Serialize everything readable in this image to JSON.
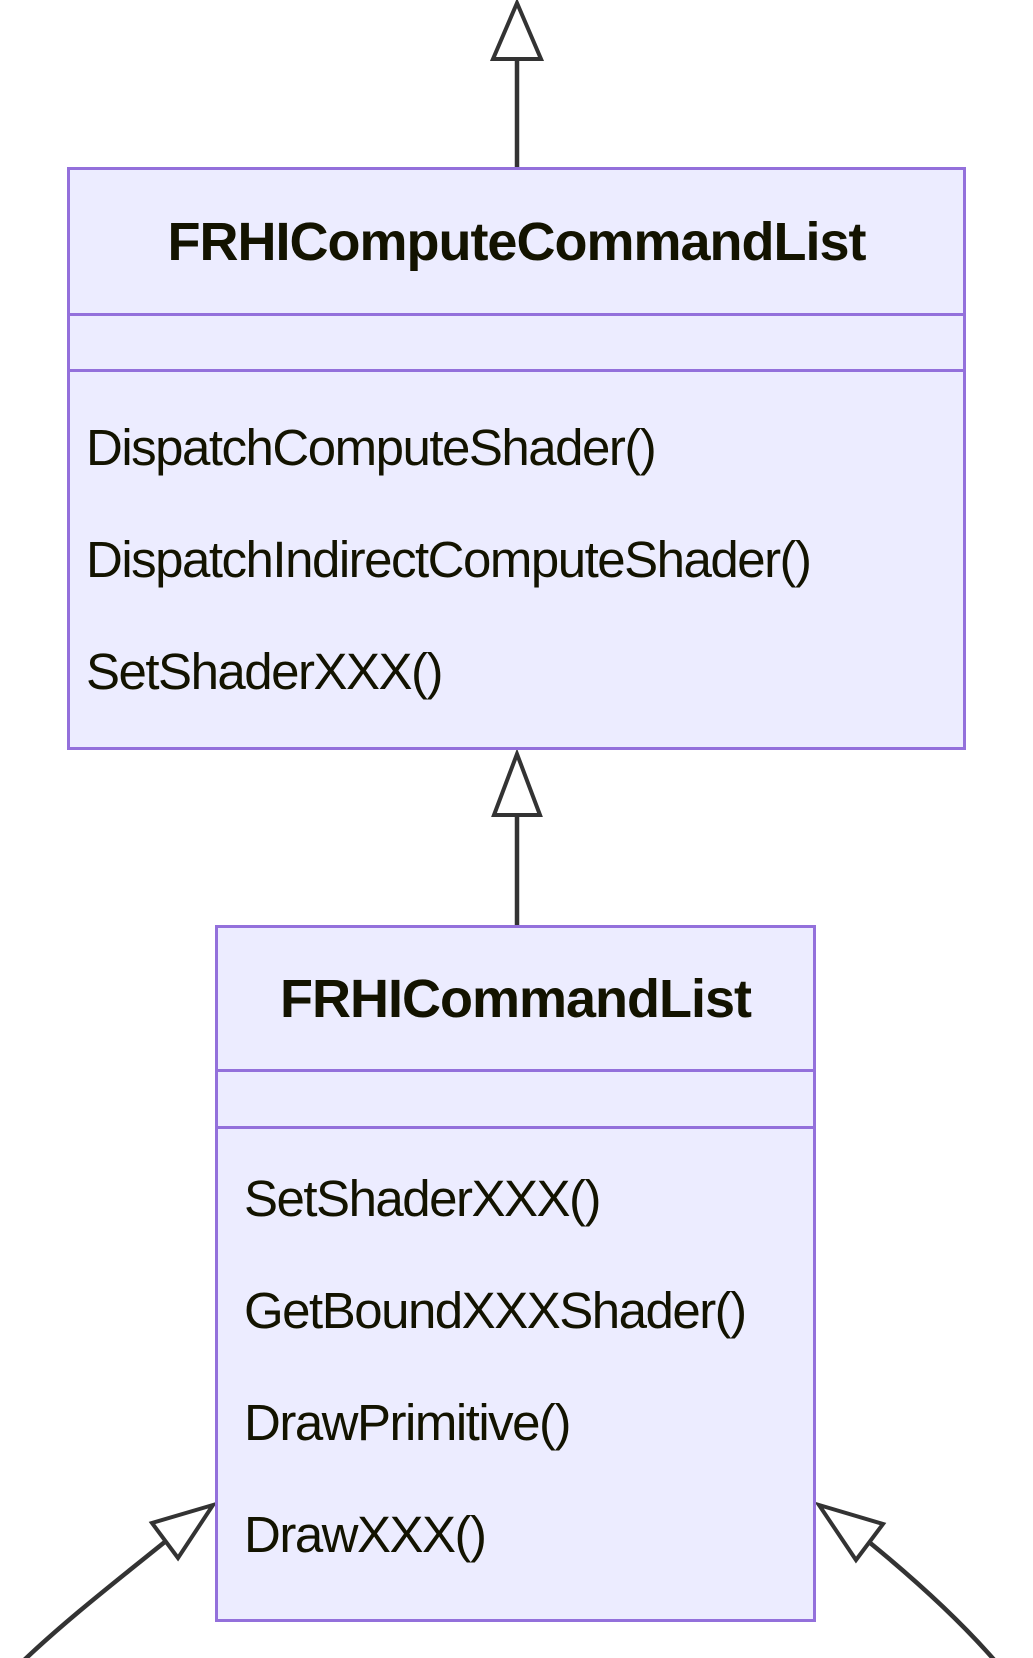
{
  "diagram": {
    "kind": "uml-class-diagram",
    "classes": [
      {
        "name": "FRHIComputeCommandList",
        "attributes": [],
        "methods": [
          "DispatchComputeShader()",
          "DispatchIndirectComputeShader()",
          "SetShaderXXX()"
        ]
      },
      {
        "name": "FRHICommandList",
        "attributes": [],
        "methods": [
          "SetShaderXXX()",
          "GetBoundXXXShader()",
          "DrawPrimitive()",
          "DrawXXX()"
        ]
      }
    ],
    "relationships": [
      {
        "type": "inheritance",
        "from": "FRHIComputeCommandList",
        "to": "offscreen-top"
      },
      {
        "type": "inheritance",
        "from": "FRHICommandList",
        "to": "FRHIComputeCommandList"
      },
      {
        "type": "inheritance",
        "from": "offscreen-bottom-left",
        "to": "FRHICommandList"
      },
      {
        "type": "inheritance",
        "from": "offscreen-bottom-right",
        "to": "FRHICommandList"
      }
    ],
    "colors": {
      "box_fill": "#ECECFF",
      "box_border": "#9370DB",
      "text": "#131300",
      "relation_line": "#333333",
      "arrowhead_fill": "#ffffff"
    }
  }
}
